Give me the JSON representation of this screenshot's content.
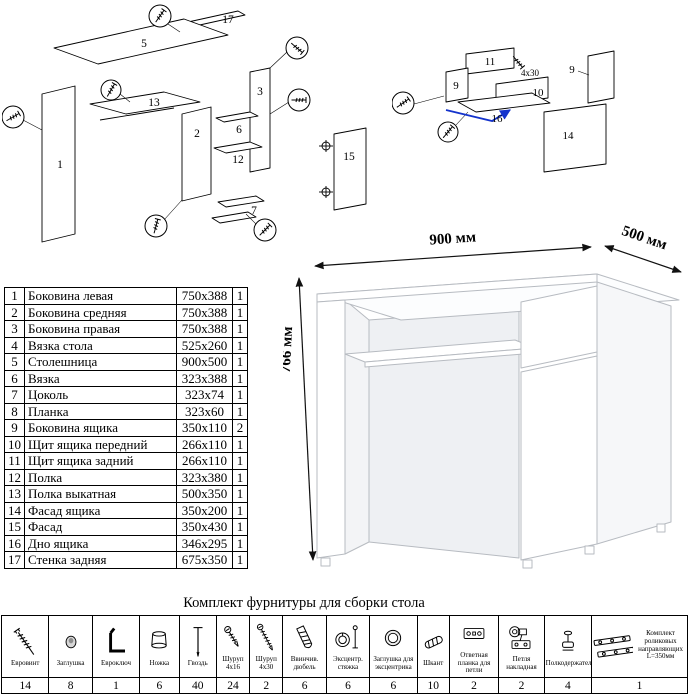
{
  "desk": {
    "width_label": "900 мм",
    "depth_label": "500 мм",
    "height_label": "766 мм"
  },
  "parts": {
    "rows": [
      {
        "num": "1",
        "name": "Боковина левая",
        "size": "750x388",
        "qty": "1"
      },
      {
        "num": "2",
        "name": "Боковина средняя",
        "size": "750x388",
        "qty": "1"
      },
      {
        "num": "3",
        "name": "Боковина правая",
        "size": "750x388",
        "qty": "1"
      },
      {
        "num": "4",
        "name": "Вязка стола",
        "size": "525x260",
        "qty": "1"
      },
      {
        "num": "5",
        "name": "Столешница",
        "size": "900x500",
        "qty": "1"
      },
      {
        "num": "6",
        "name": "Вязка",
        "size": "323x388",
        "qty": "1"
      },
      {
        "num": "7",
        "name": "Цоколь",
        "size": "323x74",
        "qty": "1"
      },
      {
        "num": "8",
        "name": "Планка",
        "size": "323x60",
        "qty": "1"
      },
      {
        "num": "9",
        "name": "Боковина ящика",
        "size": "350x110",
        "qty": "2"
      },
      {
        "num": "10",
        "name": "Щит ящика передний",
        "size": "266x110",
        "qty": "1"
      },
      {
        "num": "11",
        "name": "Щит ящика задний",
        "size": "266x110",
        "qty": "1"
      },
      {
        "num": "12",
        "name": "Полка",
        "size": "323x380",
        "qty": "1"
      },
      {
        "num": "13",
        "name": "Полка выкатная",
        "size": "500x350",
        "qty": "1"
      },
      {
        "num": "14",
        "name": "Фасад ящика",
        "size": "350x200",
        "qty": "1"
      },
      {
        "num": "15",
        "name": "Фасад",
        "size": "350x430",
        "qty": "1"
      },
      {
        "num": "16",
        "name": "Дно ящика",
        "size": "346x295",
        "qty": "1"
      },
      {
        "num": "17",
        "name": "Стенка задняя",
        "size": "675x350",
        "qty": "1"
      }
    ]
  },
  "exploded_main": {
    "p1": "1",
    "p2": "2",
    "p3": "3",
    "p5": "5",
    "p6": "6",
    "p7": "7",
    "p12": "12",
    "p13": "13",
    "p15": "15",
    "p17": "17"
  },
  "exploded_drawer": {
    "p9a": "9",
    "p9b": "9",
    "p10": "10",
    "p11": "11",
    "p14": "14",
    "p16": "16",
    "screw_note": "4x30"
  },
  "hardware": {
    "title": "Комплект фурнитуры для сборки стола",
    "items": [
      {
        "name": "Евровинт",
        "qty": "14",
        "icon": "confirmat-screw-icon"
      },
      {
        "name": "Заглушка",
        "qty": "8",
        "icon": "cap-icon"
      },
      {
        "name": "Евроключ",
        "qty": "1",
        "icon": "hex-key-icon"
      },
      {
        "name": "Ножка",
        "qty": "6",
        "icon": "furniture-foot-icon"
      },
      {
        "name": "Гвоздь",
        "qty": "40",
        "icon": "nail-icon"
      },
      {
        "name": "Шуруп 4x16",
        "qty": "24",
        "icon": "screw-4x16-icon"
      },
      {
        "name": "Шуруп 4x30",
        "qty": "2",
        "icon": "screw-4x30-icon"
      },
      {
        "name": "Ввинчив. дюбель",
        "qty": "6",
        "icon": "threaded-dowel-icon"
      },
      {
        "name": "Эксцентр. стяжка",
        "qty": "6",
        "icon": "cam-lock-icon"
      },
      {
        "name": "Заглушка для эксцентрика",
        "qty": "6",
        "icon": "cam-cap-icon"
      },
      {
        "name": "Шкант",
        "qty": "10",
        "icon": "wood-dowel-icon"
      },
      {
        "name": "Ответная планка для петли",
        "qty": "2",
        "icon": "hinge-plate-icon"
      },
      {
        "name": "Петля накладная",
        "qty": "2",
        "icon": "hinge-icon"
      },
      {
        "name": "Полкодержатель",
        "qty": "4",
        "icon": "shelf-support-icon"
      },
      {
        "name": "Комплект роликовых направляющих L=350мм",
        "qty": "1",
        "icon": "drawer-slides-icon"
      }
    ]
  }
}
